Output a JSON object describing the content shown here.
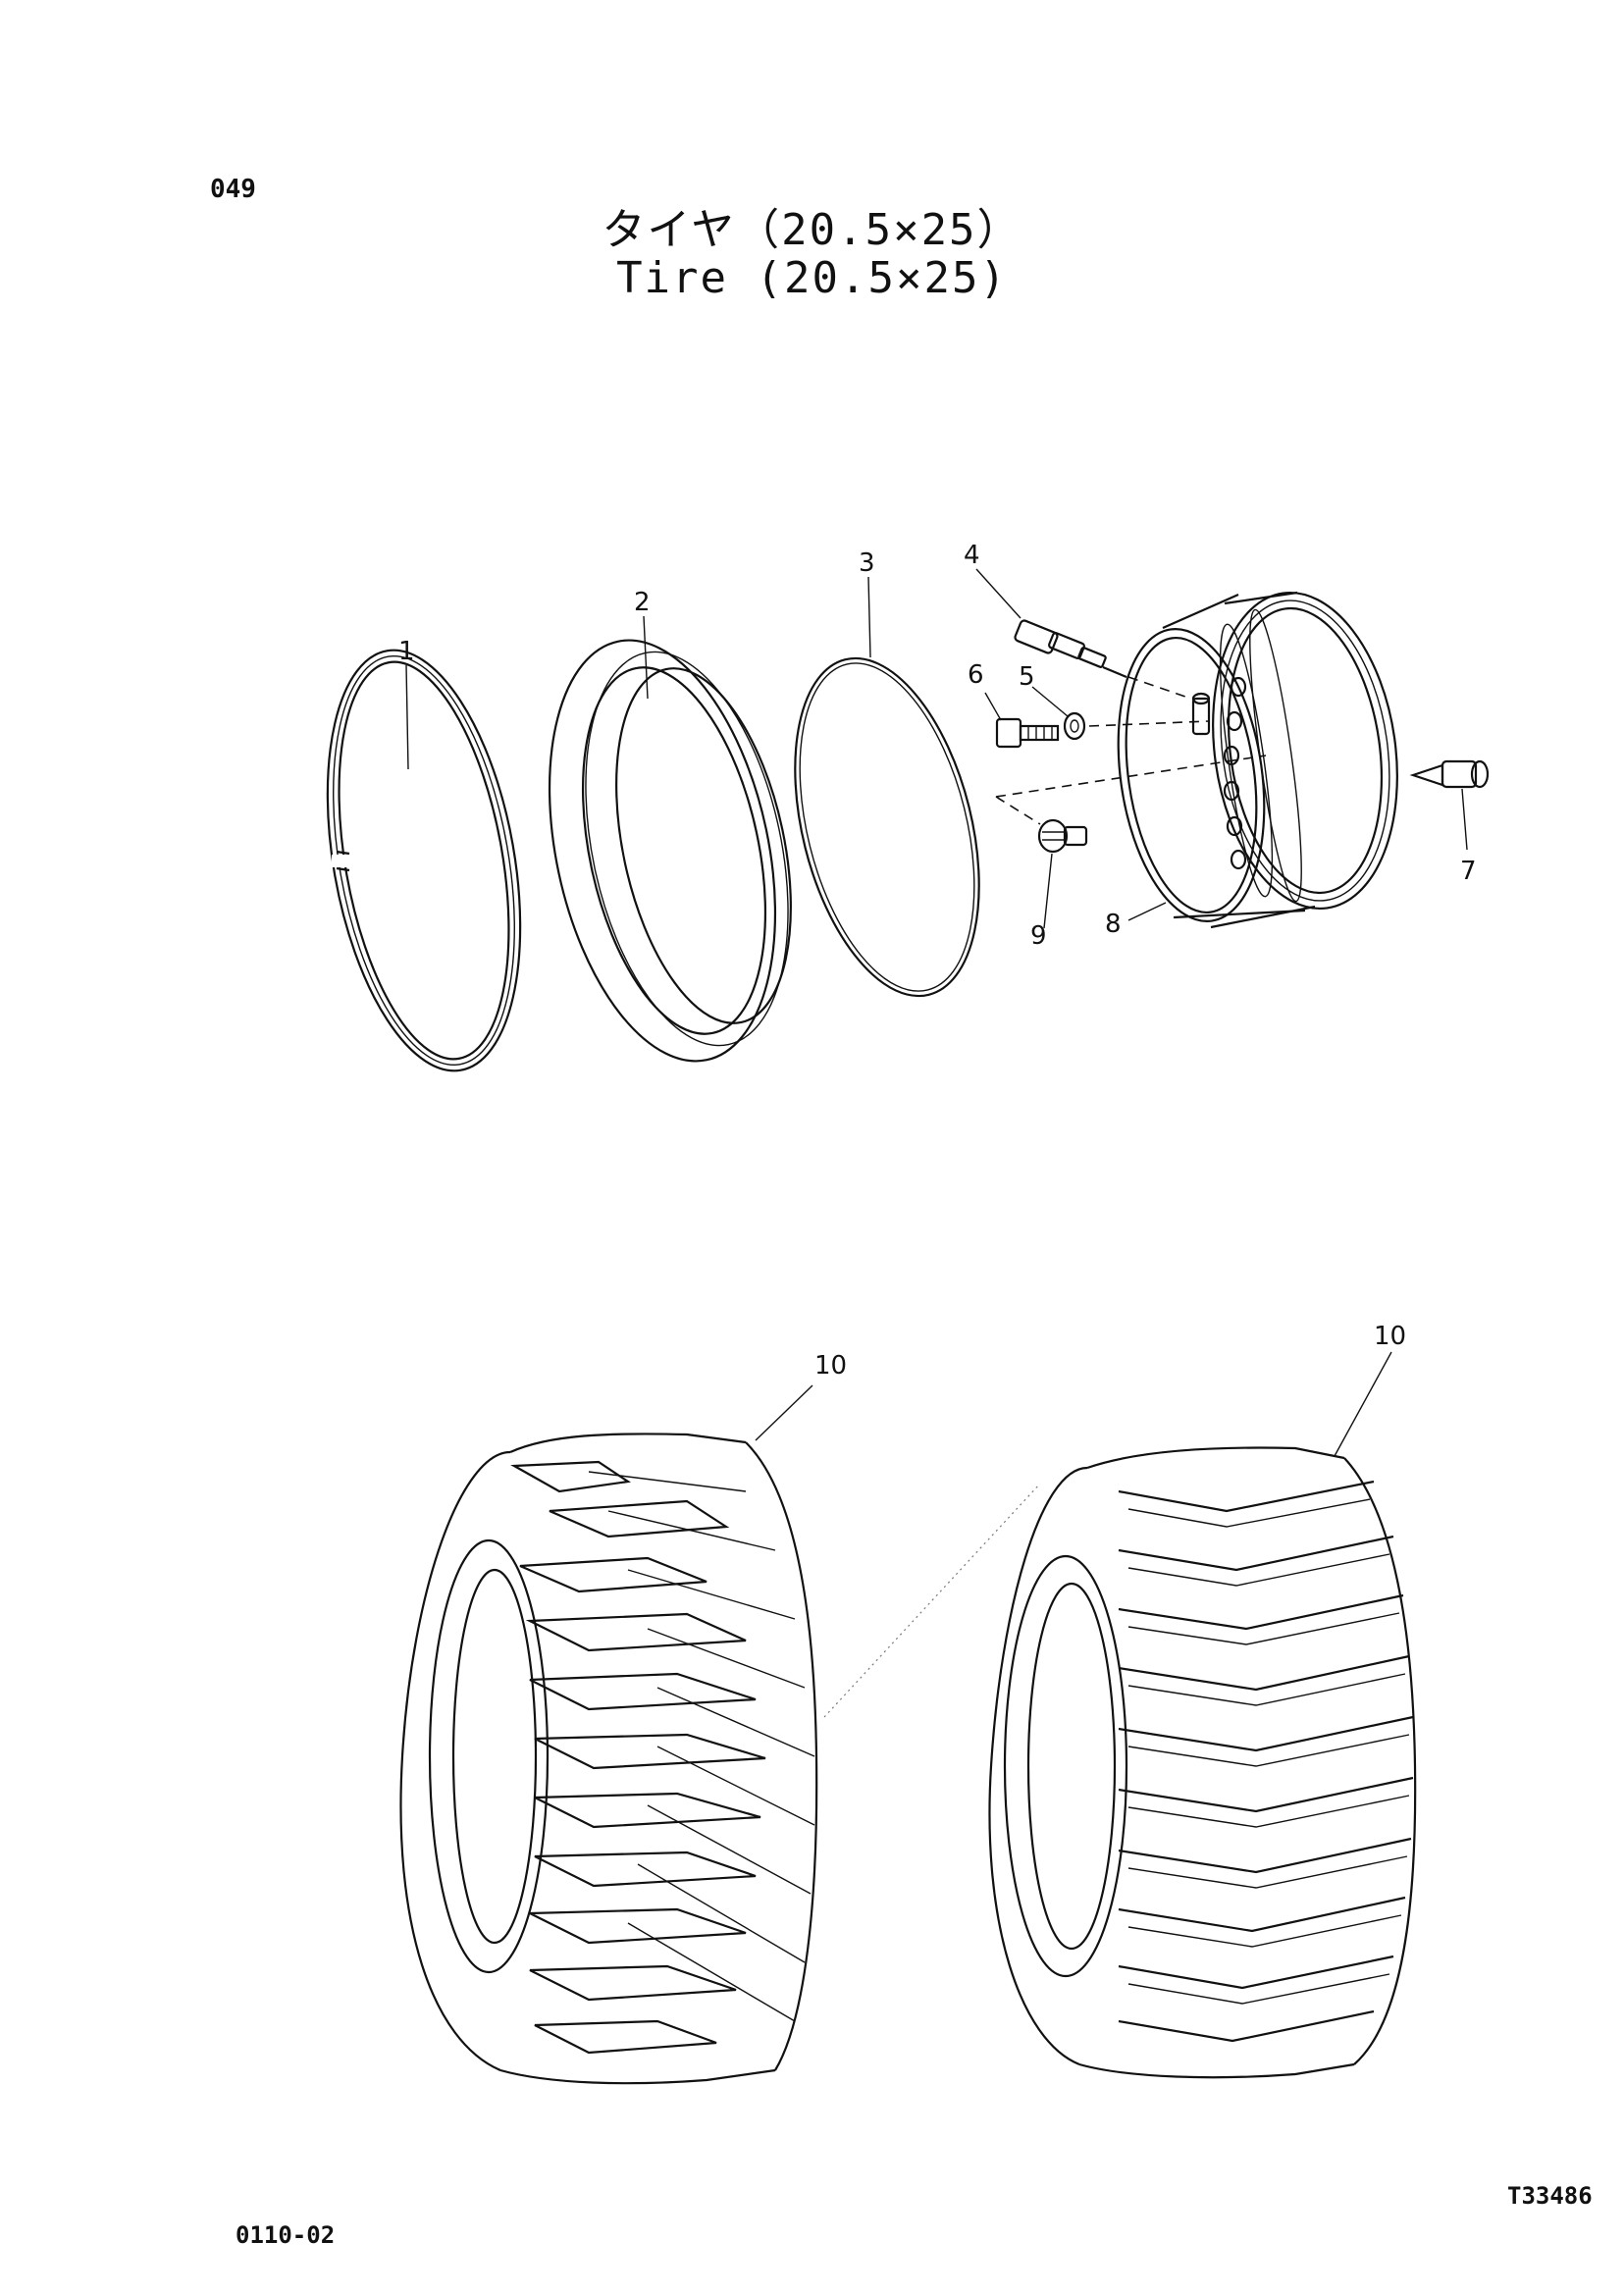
{
  "page_number": "049",
  "title_jp": "タイヤ（20.5×25）",
  "title_en": "Tire (20.5×25)",
  "footer_left": "0110-02",
  "footer_right": "T33486",
  "callouts": [
    "1",
    "2",
    "3",
    "4",
    "5",
    "6",
    "7",
    "8",
    "9",
    "10",
    "10"
  ]
}
